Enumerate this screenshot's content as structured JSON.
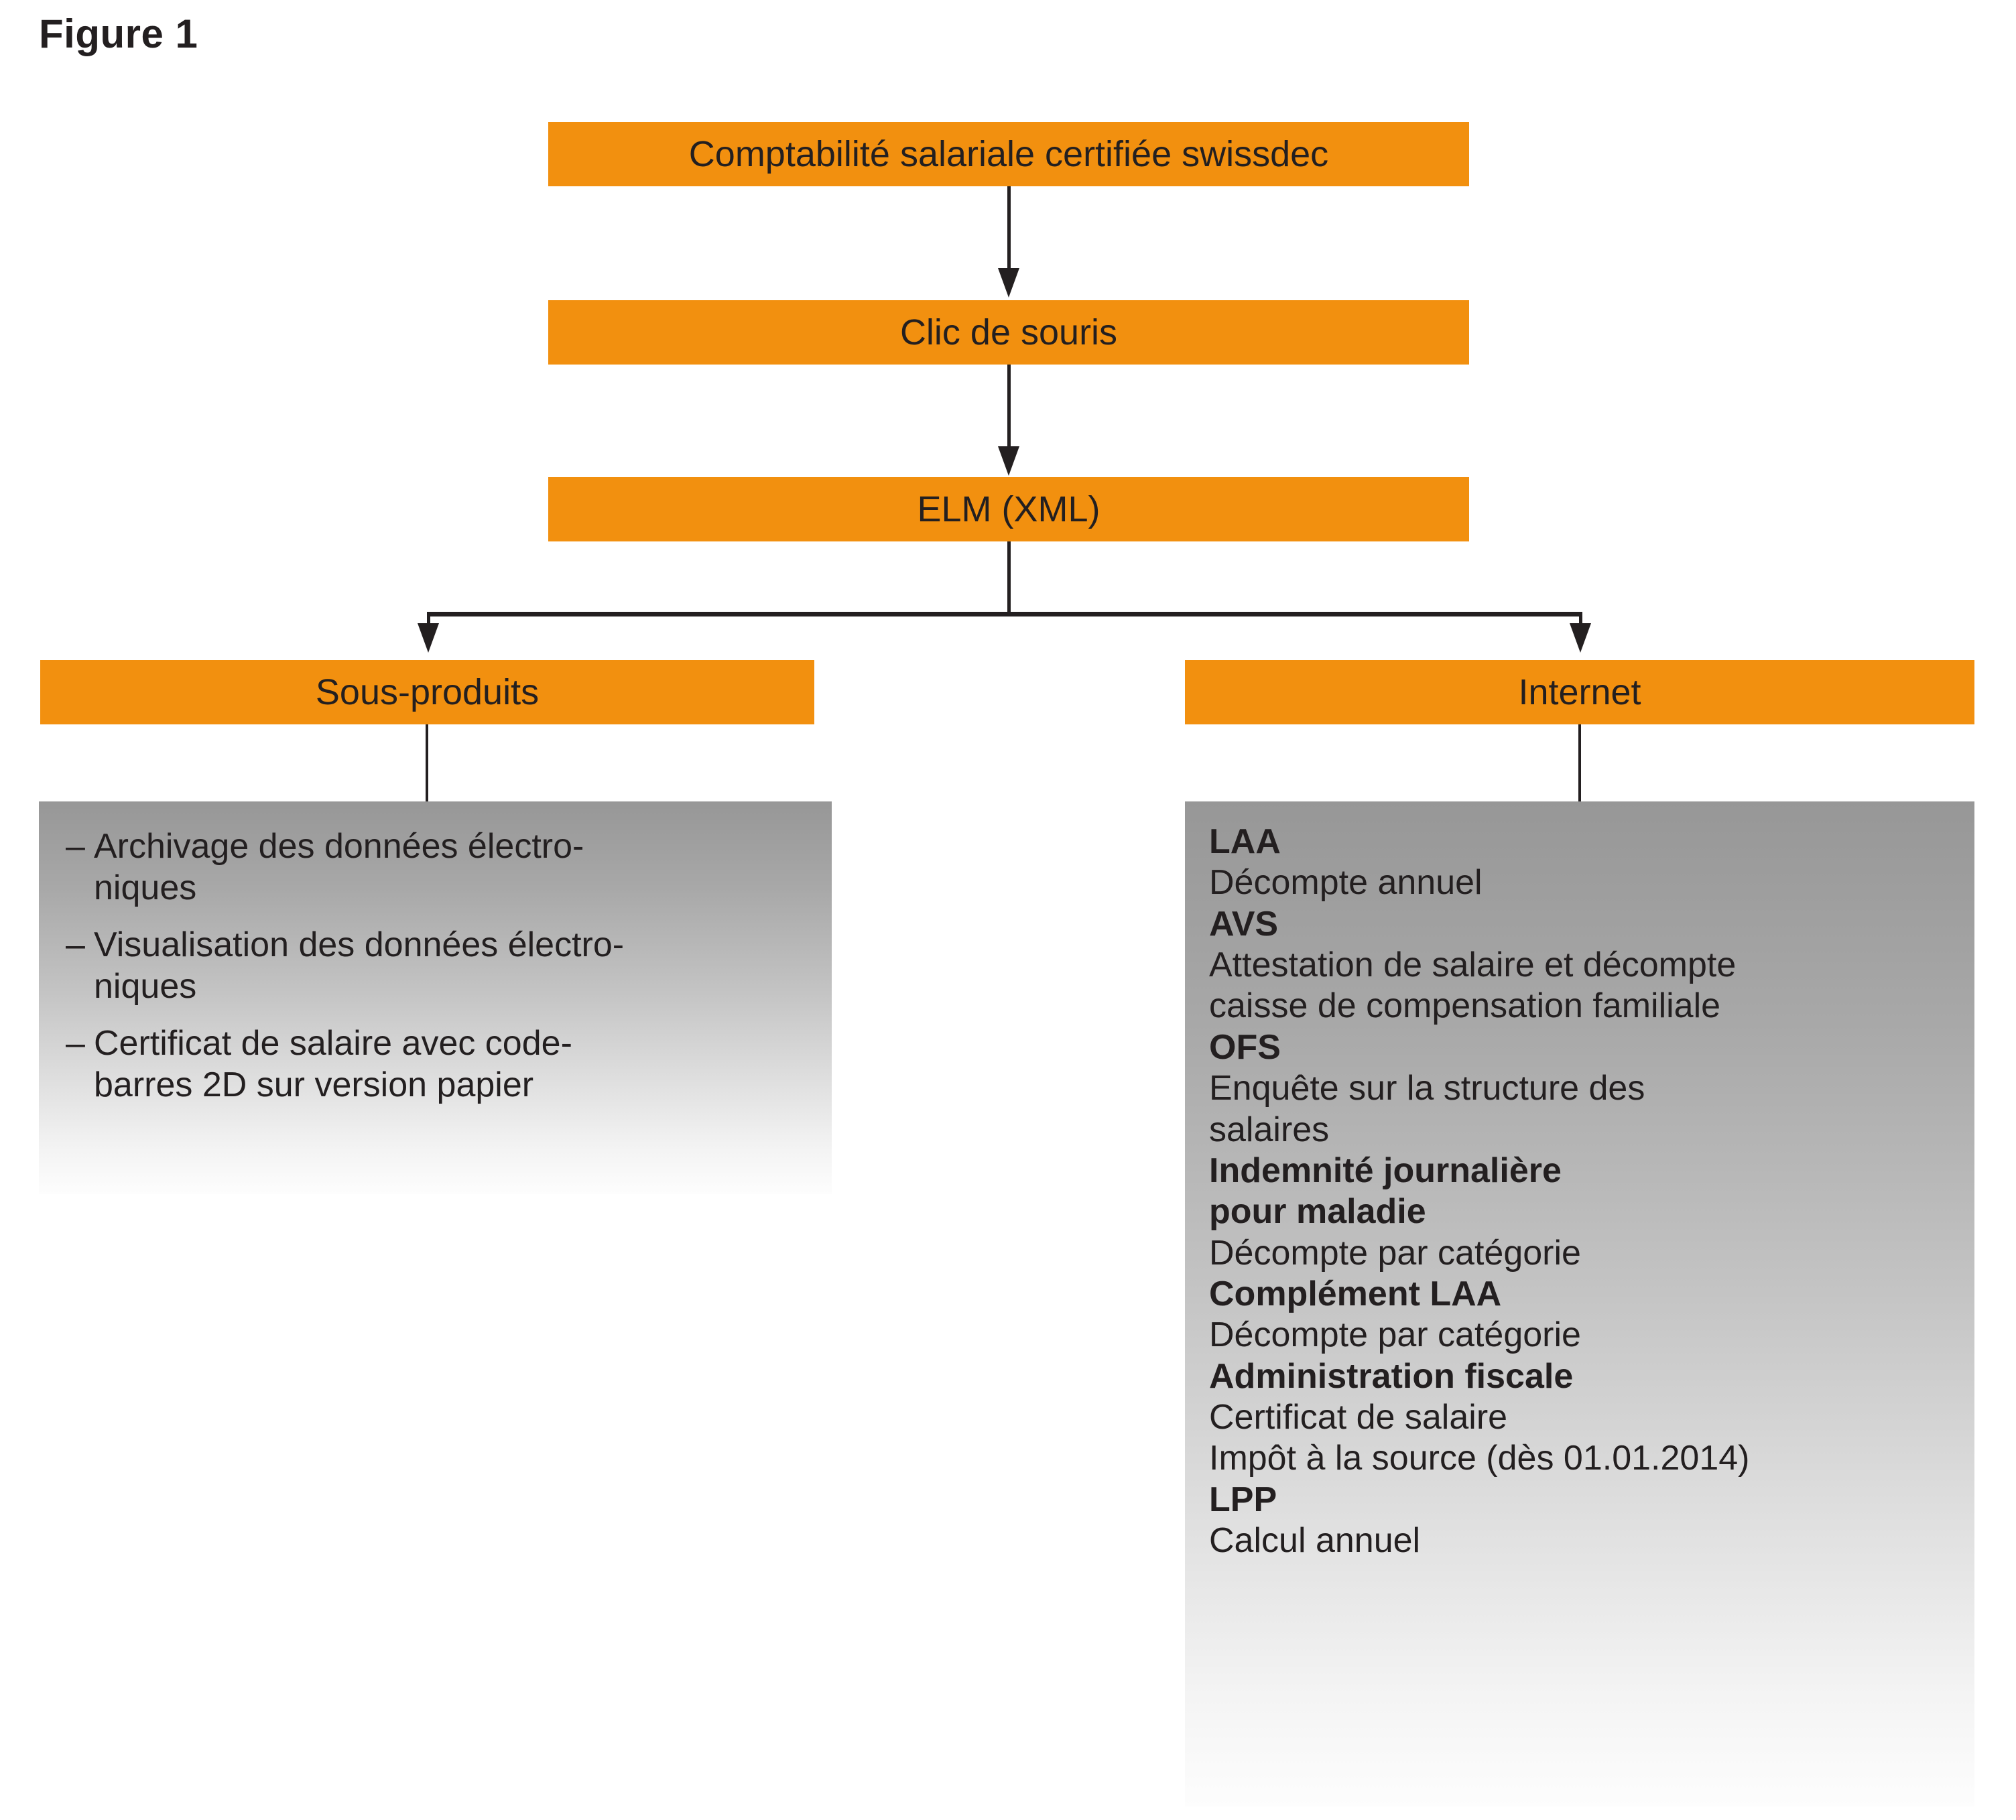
{
  "figure": {
    "title": "Figure 1",
    "accent_color": "#F2900F",
    "panel_gradient_top": "#979797",
    "panel_gradient_bottom": "#fdfdfd",
    "text_color": "#231f20",
    "background_color": "#ffffff"
  },
  "flow": {
    "step_1": {
      "label": "Comptabilité salariale certifiée swissdec"
    },
    "step_2": {
      "label": "Clic de souris"
    },
    "step_3": {
      "label": "ELM (XML)"
    },
    "branch_left": {
      "label": "Sous-produits"
    },
    "branch_right": {
      "label": "Internet"
    }
  },
  "sous_produits": {
    "dash": "–",
    "items": [
      {
        "text": "Archivage des données électro-\nniques"
      },
      {
        "text": "Visualisation des données électro-\nniques"
      },
      {
        "text": "Certificat de salaire avec code-\nbarres 2D sur version papier"
      }
    ]
  },
  "internet": {
    "entries": [
      {
        "title": "LAA",
        "desc": "Décompte annuel"
      },
      {
        "title": "AVS",
        "desc": "Attestation de salaire et décompte\ncaisse de compensation familiale"
      },
      {
        "title": "OFS",
        "desc": "Enquête sur la structure des\nsalaires"
      },
      {
        "title": "Indemnité journalière\npour maladie",
        "desc": "Décompte par catégorie"
      },
      {
        "title": "Complément LAA",
        "desc": "Décompte par catégorie"
      },
      {
        "title": "Administration fiscale",
        "desc": "Certificat de salaire\nImpôt à la source (dès 01.01.2014)"
      },
      {
        "title": "LPP",
        "desc": "Calcul annuel"
      }
    ]
  }
}
